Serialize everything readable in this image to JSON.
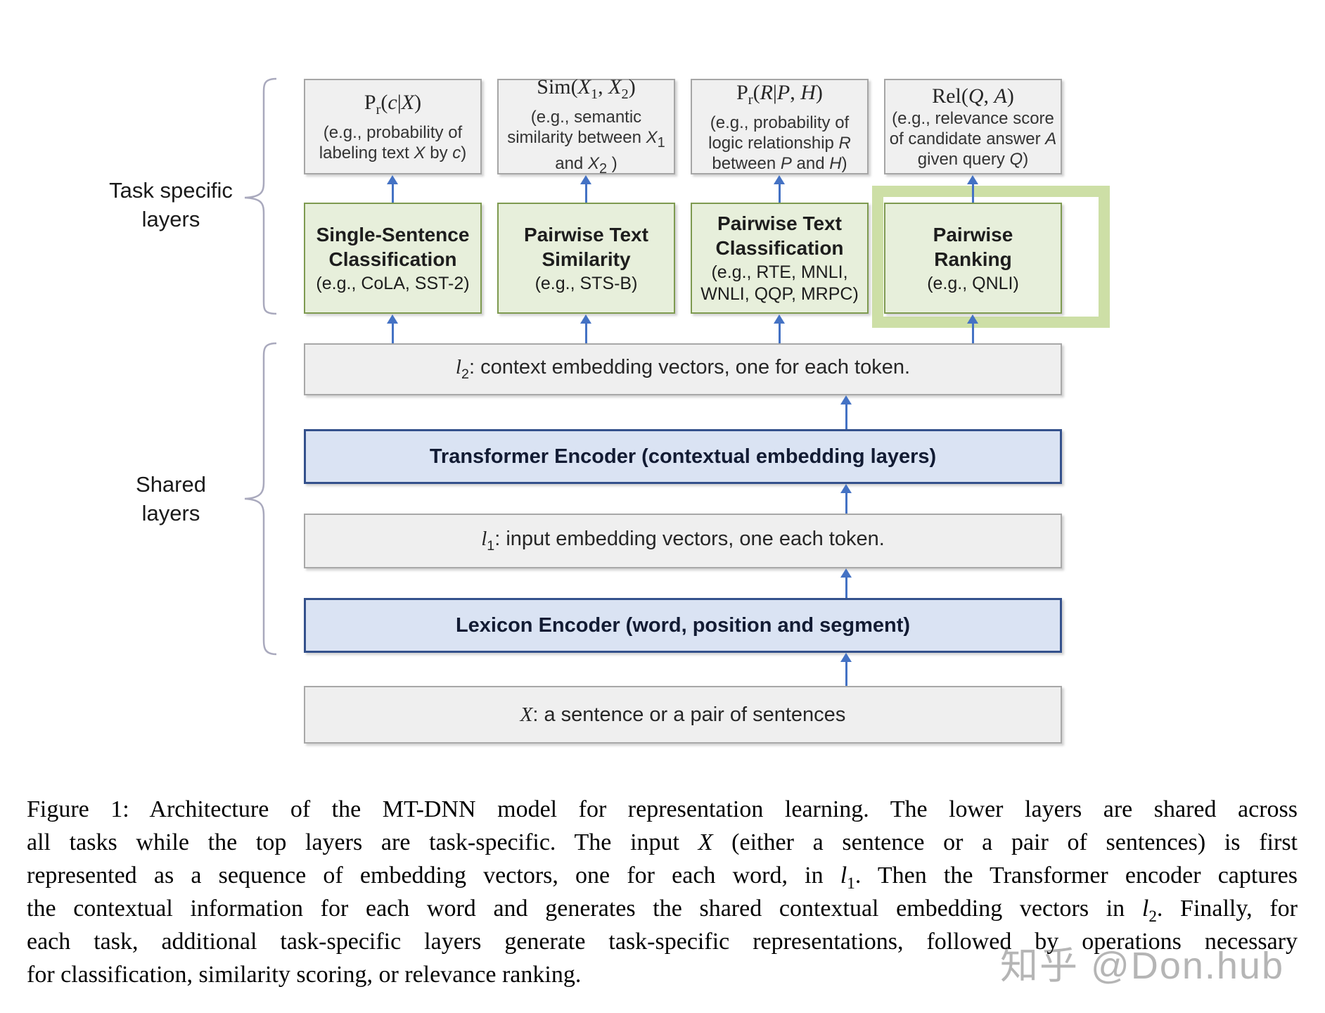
{
  "labels": {
    "task_specific": "Task specific\nlayers",
    "shared": "Shared\nlayers"
  },
  "output_boxes": [
    {
      "formula": "P<sub>r</sub>(<i>c</i>|<i>X</i>)",
      "desc": "(e.g., probability of<br>labeling text <i>X</i> by <i>c</i>)"
    },
    {
      "formula": "Sim(<i>X</i><sub>1</sub>, <i>X</i><sub>2</sub>)",
      "desc": "(e.g., semantic<br>similarity between <i>X</i><sub>1</sub><br>and <i>X</i><sub>2</sub> )"
    },
    {
      "formula": "P<sub>r</sub>(<i>R</i>|<i>P</i>, <i>H</i>)",
      "desc": "(e.g., probability of<br>logic relationship <i>R</i><br>between <i>P</i> and <i>H</i>)"
    },
    {
      "formula": "Rel(<i>Q</i>, <i>A</i>)",
      "desc": "(e.g., relevance score<br>of candidate answer <i>A</i><br>given query <i>Q</i>)"
    }
  ],
  "task_boxes": [
    {
      "title": "Single-Sentence<br>Classification",
      "desc": "(e.g., CoLA, SST-2)"
    },
    {
      "title": "Pairwise Text<br>Similarity",
      "desc": "(e.g., STS-B)"
    },
    {
      "title": "Pairwise Text<br>Classification",
      "desc": "(e.g., RTE, MNLI,<br>WNLI, QQP, MRPC)"
    },
    {
      "title": "Pairwise<br>Ranking",
      "desc": "(e.g., QNLI)"
    }
  ],
  "bars": {
    "l2": "<i>l</i><sub>2</sub>: context embedding vectors, one for each token.",
    "transformer": "Transformer Encoder (contextual embedding layers)",
    "l1": "<i>l</i><sub>1</sub>: input embedding vectors, one each token.",
    "lexicon": "Lexicon Encoder (word, position and segment)",
    "input": "<i>X</i>: a sentence or a pair of sentences"
  },
  "caption_lines": [
    "Figure 1:  Architecture of the MT-DNN model for representation learning.  The lower layers are shared across",
    "all tasks while the top layers are task-specific.  The input <i>X</i> (either a sentence or a pair of sentences) is first",
    "represented as a sequence of embedding vectors, one for each word, in <i>l</i><sub>1</sub>. Then the Transformer encoder captures",
    "the contextual information for each word and generates the shared contextual embedding vectors in <i>l</i><sub>2</sub>.  Finally, for",
    "each task, additional task-specific layers generate task-specific representations, followed by operations necessary",
    "for classification, similarity scoring, or relevance ranking."
  ],
  "watermark": "知乎 @Don.hub",
  "colors": {
    "output_box_fill": "#f0f0f0",
    "output_box_border": "#a6a6a6",
    "task_box_fill": "#e7efdb",
    "task_box_border": "#7e9a50",
    "highlight_frame": "#cddfa6",
    "encoder_bar_fill": "#dae3f3",
    "encoder_bar_border": "#34518c",
    "gray_bar_fill": "#efefef",
    "arrow": "#4472c4",
    "brace": "#a9a9bd",
    "watermark": "#aeaeae"
  }
}
